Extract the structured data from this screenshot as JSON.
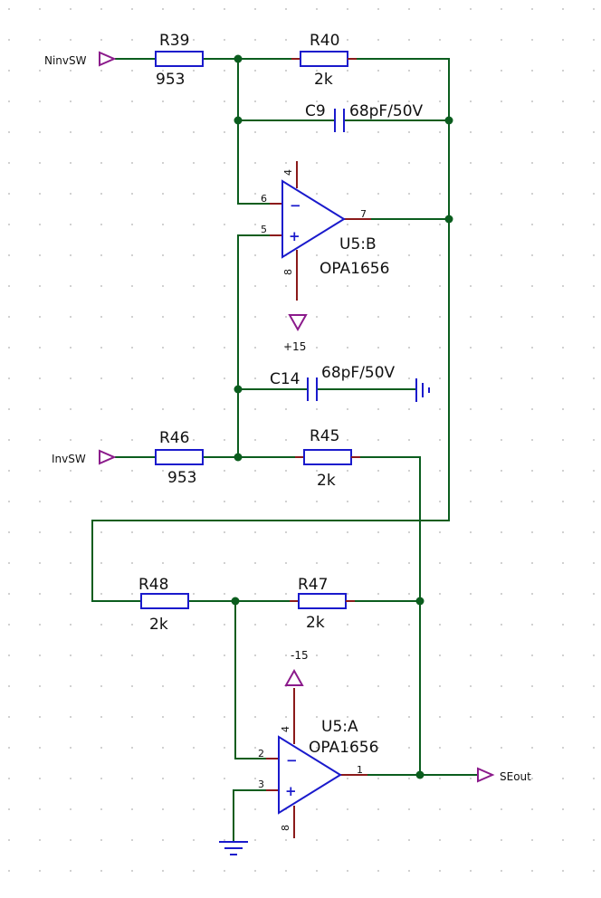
{
  "nets": {
    "ninvsw": "NinvSW",
    "invsw": "InvSW",
    "seout": "SEout",
    "pos15": "+15",
    "neg15": "-15"
  },
  "components": {
    "r39": {
      "ref": "R39",
      "value": "953"
    },
    "r40": {
      "ref": "R40",
      "value": "2k"
    },
    "c9": {
      "ref": "C9",
      "value": "68pF/50V"
    },
    "c14": {
      "ref": "C14",
      "value": "68pF/50V"
    },
    "r46": {
      "ref": "R46",
      "value": "953"
    },
    "r45": {
      "ref": "R45",
      "value": "2k"
    },
    "r48": {
      "ref": "R48",
      "value": "2k"
    },
    "r47": {
      "ref": "R47",
      "value": "2k"
    },
    "u5b": {
      "ref": "U5:B",
      "value": "OPA1656",
      "minus_sign": "−",
      "plus_sign": "+",
      "pins": {
        "inv": "6",
        "noninv": "5",
        "out": "7",
        "vpos": "4",
        "vneg": "8"
      }
    },
    "u5a": {
      "ref": "U5:A",
      "value": "OPA1656",
      "minus_sign": "−",
      "plus_sign": "+",
      "pins": {
        "inv": "2",
        "noninv": "3",
        "out": "1",
        "vpos": "4",
        "vneg": "8"
      }
    }
  },
  "colors": {
    "wire": "#0b5d1e",
    "component": "#1a1acc",
    "pin_lead": "#8b1a1a",
    "power_port": "#8b1a8b",
    "grid_dot": "#b0b0b0"
  }
}
